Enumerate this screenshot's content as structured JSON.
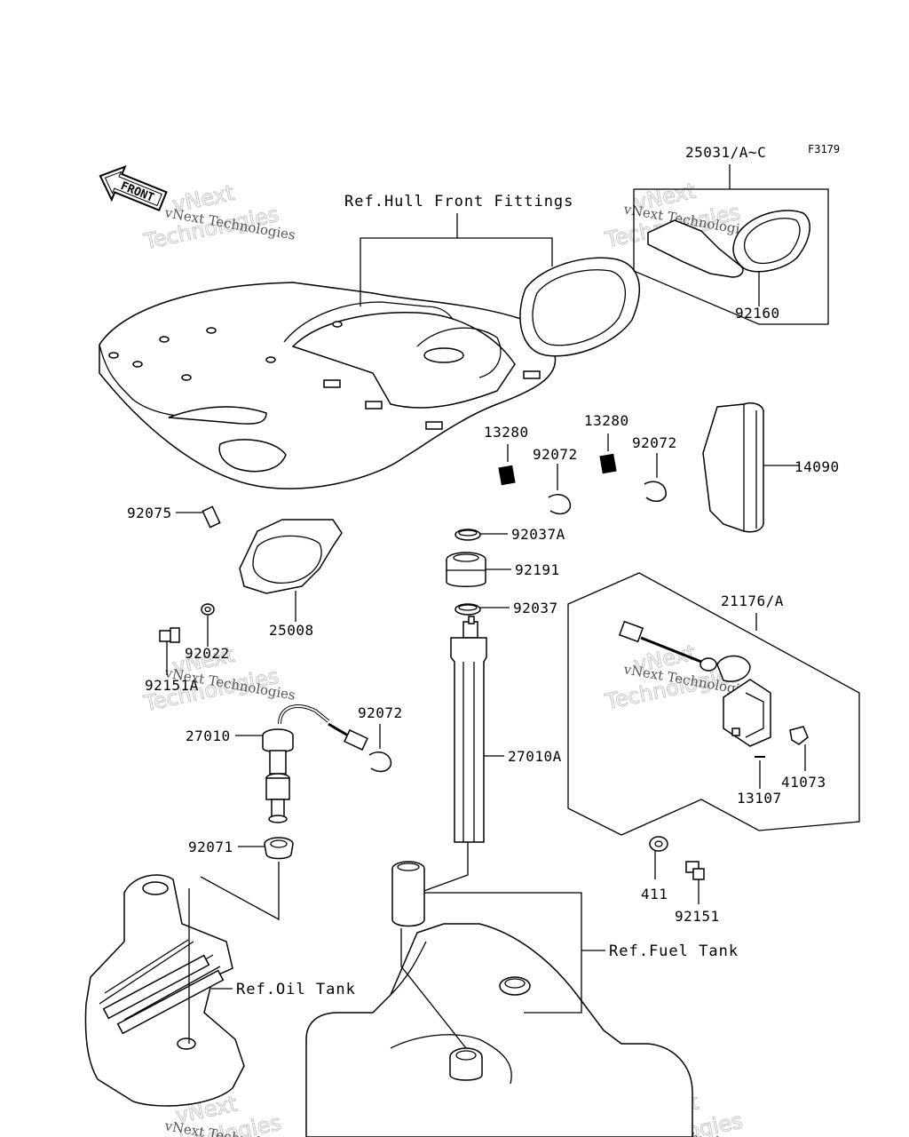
{
  "figure_code": "F3179",
  "front_label": "FRONT",
  "watermark": {
    "brand_outline_1": "vNext",
    "brand_outline_2": "Technologies",
    "brand_text": "vNext Technologies"
  },
  "references": {
    "hull_front_fittings": "Ref.Hull Front Fittings",
    "fuel_tank": "Ref.Fuel Tank",
    "oil_tank": "Ref.Oil Tank"
  },
  "part_labels": {
    "p25031": "25031/A~C",
    "p92160": "92160",
    "p13280_left": "13280",
    "p13280_right": "13280",
    "p92072_left": "92072",
    "p92072_right": "92072",
    "p14090": "14090",
    "p92075": "92075",
    "p92037A": "92037A",
    "p92191": "92191",
    "p92037": "92037",
    "p25008": "25008",
    "p21176": "21176/A",
    "p92022": "92022",
    "p92151A": "92151A",
    "p92072_mid": "92072",
    "p27010": "27010",
    "p27010A": "27010A",
    "p41073": "41073",
    "p13107": "13107",
    "p92071": "92071",
    "p411": "411",
    "p92151": "92151"
  }
}
